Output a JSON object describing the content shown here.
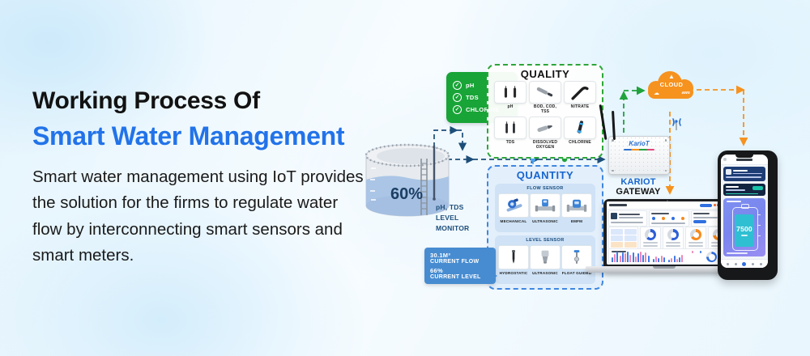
{
  "hero": {
    "title_line1": "Working Process Of",
    "title_line2": "Smart Water Management",
    "description": "Smart water management using IoT provides the solution for the firms to regulate water flow by interconnecting smart sensors and smart meters."
  },
  "tank": {
    "level": "60%",
    "monitor_line1": "pH, TDS",
    "monitor_line2": "LEVEL",
    "monitor_line3": "MONITOR"
  },
  "checklist": {
    "items": [
      "pH",
      "TDS",
      "CHLORINE"
    ]
  },
  "quality": {
    "title": "QUALITY",
    "sensors": [
      "pH",
      "BOD, COD, TSS",
      "NITRATE",
      "TDS",
      "DISSOLVED OXYGEN",
      "CHLORINE"
    ]
  },
  "quantity": {
    "title": "QUANTITY",
    "flow_title": "FLOW SENSOR",
    "flow_items": [
      "MECHANICAL",
      "ULTRASONIC",
      "EMFM"
    ],
    "level_title": "LEVEL SENSOR",
    "level_items": [
      "HYDROSTATIC",
      "ULTRASONIC",
      "FLOAT GUIDED"
    ]
  },
  "flow_info": {
    "value_flow": "30.1M³",
    "label_flow": "CURRENT FLOW",
    "value_level": "66%",
    "label_level": "CURRENT LEVEL"
  },
  "gateway": {
    "brand": "KarioT",
    "name_blue": "KARIOT",
    "name_black": "GATEWAY"
  },
  "cloud": {
    "label": "CLOUD",
    "provider": "aws",
    "logo_mark": "▲"
  },
  "phone": {
    "tank_value": "7500"
  },
  "laptop": {
    "donut_values": [
      62,
      55,
      66,
      72
    ],
    "donut_colors": [
      "#2f5fd7",
      "#2f5fd7",
      "#f68a1e",
      "#f68a1e"
    ],
    "bar_heights": [
      6,
      10,
      13,
      8,
      12,
      11,
      13,
      9,
      12,
      7,
      11,
      13,
      9,
      12,
      8,
      0,
      4,
      7,
      5,
      8,
      6,
      0,
      3,
      5,
      8,
      4,
      6,
      9
    ],
    "bar_colors": [
      "#3f7be8",
      "#ef86b5"
    ]
  },
  "colors": {
    "accent_blue": "#2273e9",
    "navy_line": "#1d4e79",
    "green": "#18a437",
    "orange": "#f6921e",
    "water": "#aac5e6"
  }
}
